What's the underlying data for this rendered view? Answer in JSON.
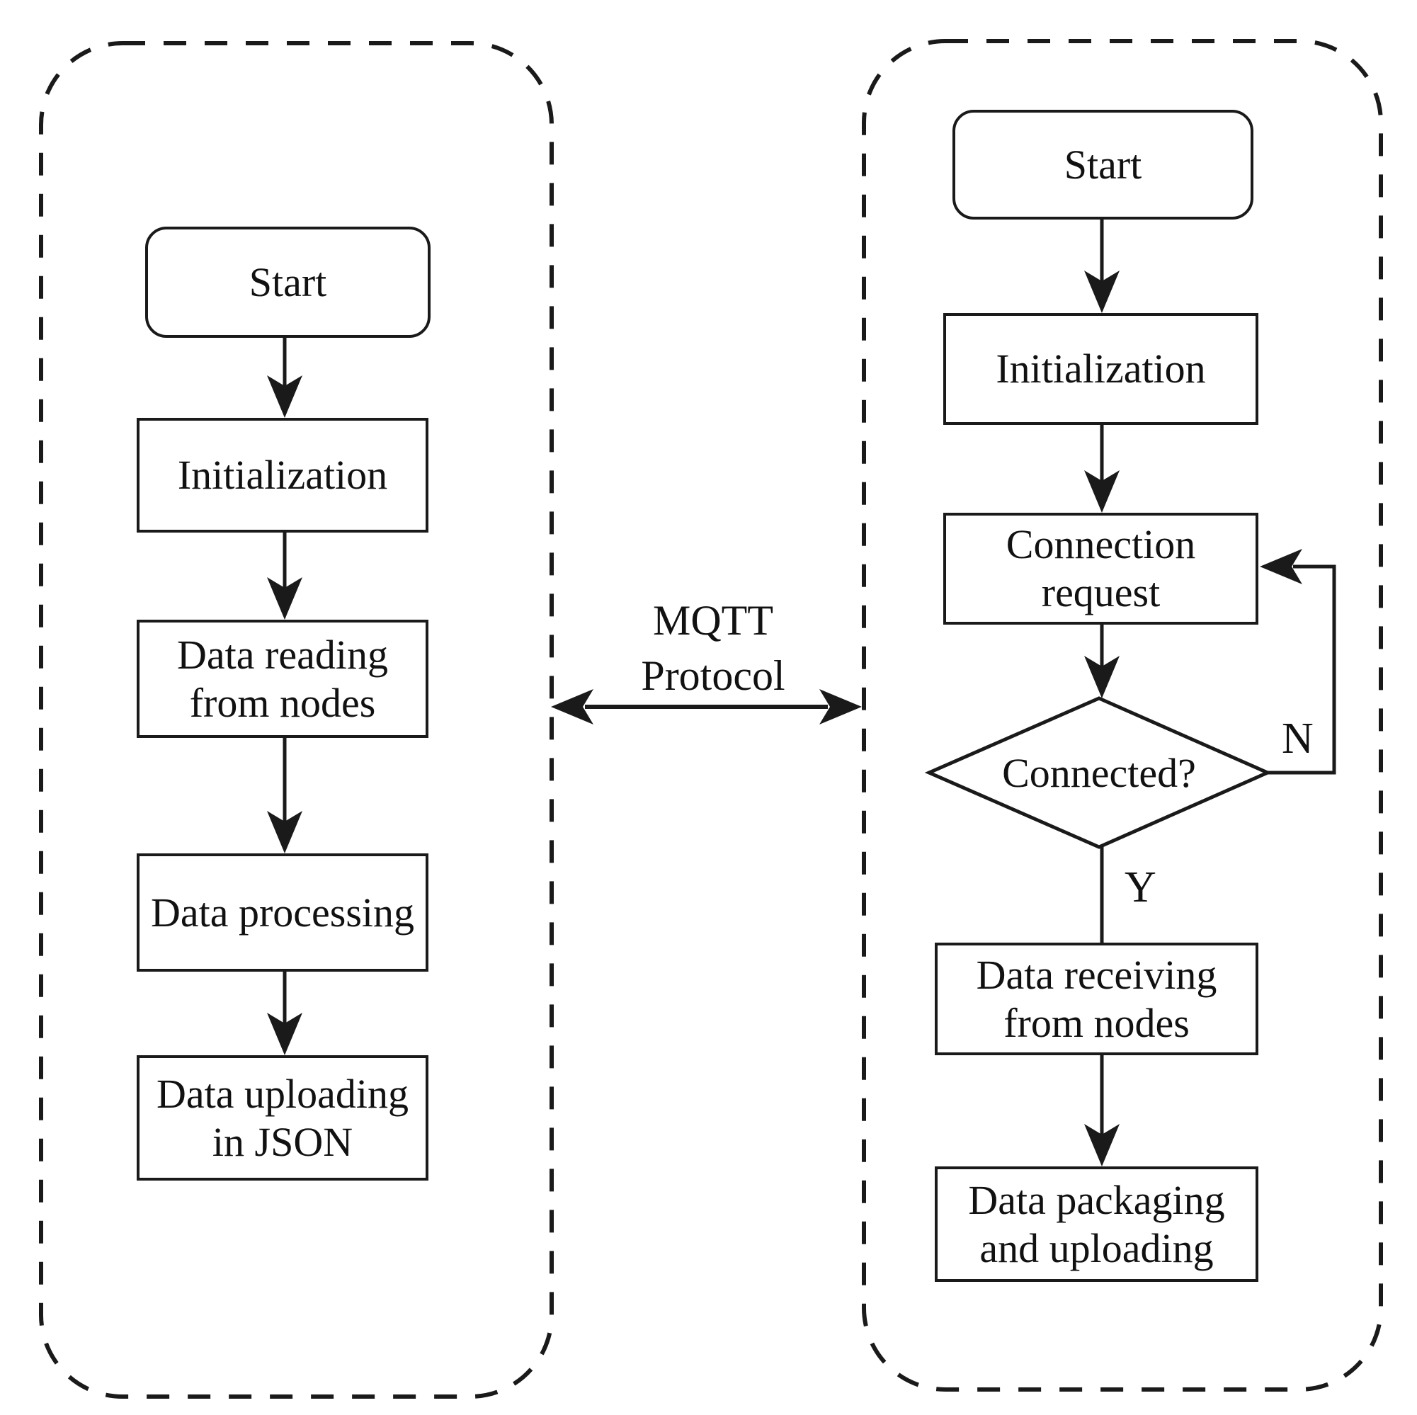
{
  "figure": {
    "type": "flowchart",
    "description": "Two flowcharts in dashed rounded containers connected by MQTT Protocol double arrow"
  },
  "left_flow": {
    "start": {
      "lines": [
        "Start"
      ]
    },
    "initialization": {
      "lines": [
        "Initialization"
      ]
    },
    "data_reading": {
      "lines": [
        "Data reading",
        "from nodes"
      ]
    },
    "data_processing": {
      "lines": [
        "Data processing"
      ]
    },
    "data_uploading": {
      "lines": [
        "Data uploading",
        "in JSON"
      ]
    }
  },
  "right_flow": {
    "start": {
      "lines": [
        "Start"
      ]
    },
    "initialization": {
      "lines": [
        "Initialization"
      ]
    },
    "connection_request": {
      "lines": [
        "Connection",
        "request"
      ]
    },
    "connected_decision": {
      "lines": [
        "Connected?"
      ]
    },
    "decision_no_label": "N",
    "decision_yes_label": "Y",
    "data_receiving": {
      "lines": [
        "Data receiving",
        "from nodes"
      ]
    },
    "data_packaging": {
      "lines": [
        "Data packaging",
        "and uploading"
      ]
    }
  },
  "middle": {
    "protocol_label": {
      "lines": [
        "MQTT",
        "Protocol"
      ]
    }
  },
  "colors": {
    "line": "#1a1a1a",
    "background": "#ffffff",
    "text": "#111111"
  }
}
